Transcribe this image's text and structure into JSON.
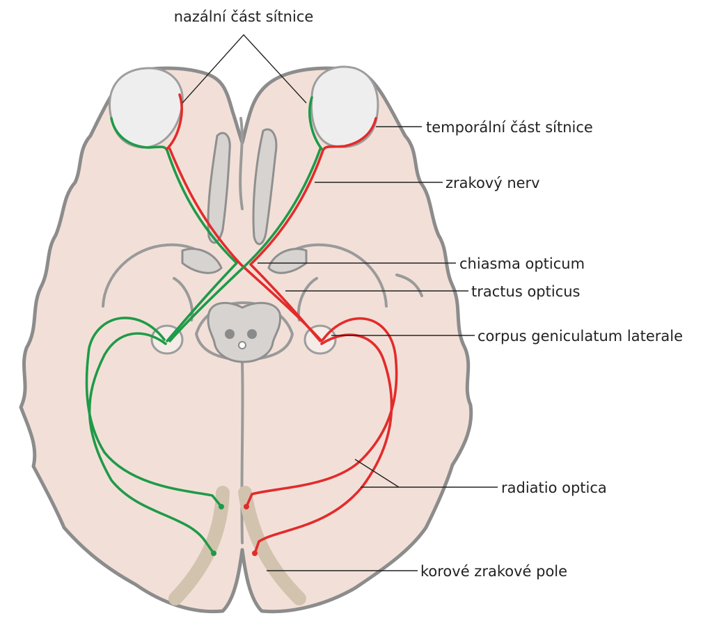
{
  "labels": {
    "nasal_retina": "nazální část sítnice",
    "temporal_retina": "temporální část sítnice",
    "optic_nerve": "zrakový nerv",
    "optic_chiasm": "chiasma opticum",
    "optic_tract": "tractus opticus",
    "lgn": "corpus geniculatum laterale",
    "optic_radiation": "radiatio optica",
    "visual_cortex": "korové zrakové pole"
  },
  "colors": {
    "left_pathway": "#1f9a48",
    "right_pathway": "#e32b2b",
    "brain_fill": "#f2e0d8",
    "outline": "#8c8c8c",
    "cortex": "#d2c3ae"
  }
}
